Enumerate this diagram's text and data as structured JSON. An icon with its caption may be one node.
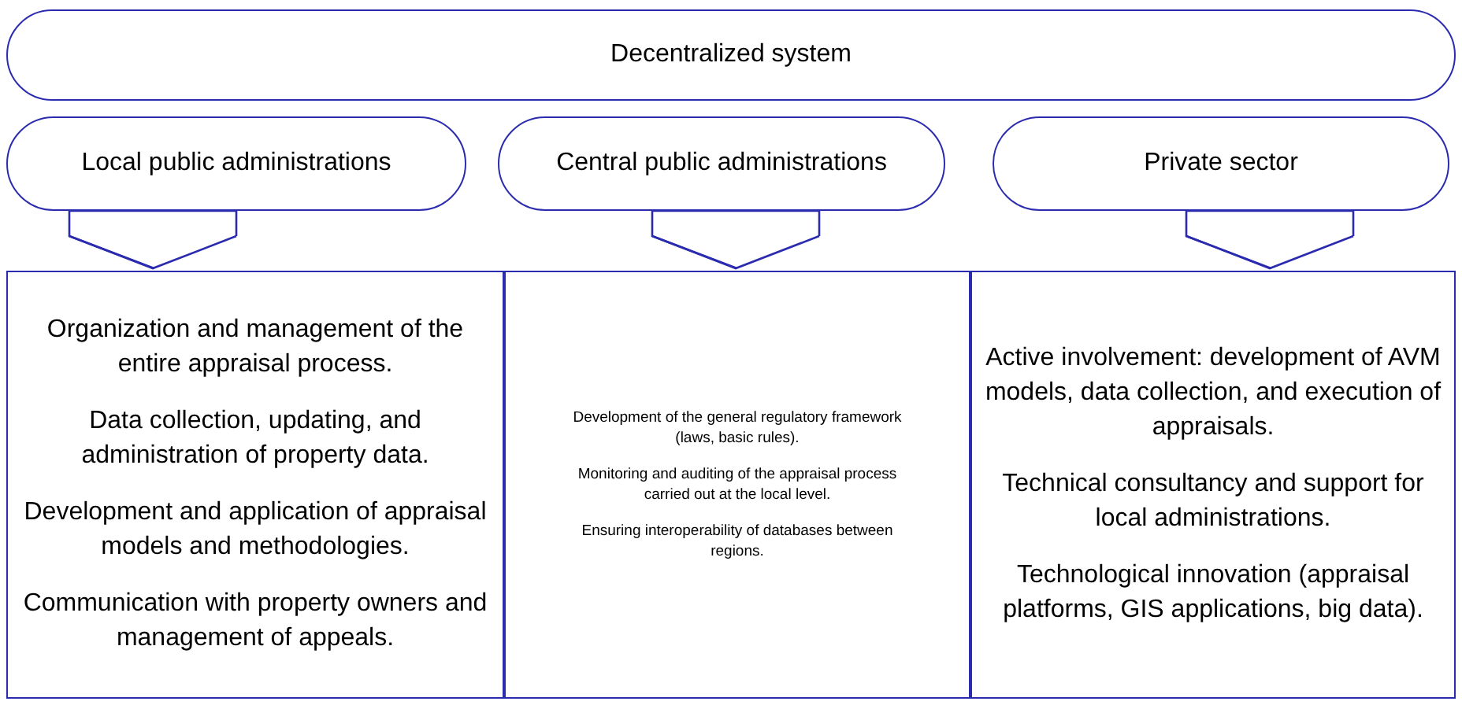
{
  "diagram": {
    "nodes": [
      {
        "text": [
          "Decentralized system"
        ]
      },
      {
        "text": [
          "Local public administrations"
        ]
      },
      {
        "text": [
          "Central public administrations"
        ]
      },
      {
        "text": [
          "Private sector"
        ]
      },
      {
        "text": [
          "Organization and management of the entire appraisal process.",
          "Data collection, updating, and administration of property data.",
          "Development and application of appraisal models and methodologies.",
          "Communication with property owners and management of appeals."
        ]
      },
      {
        "text": [
          "Development of the general regulatory framework (laws, basic rules).",
          "Monitoring and auditing of the appraisal process carried out at the local level.",
          "Ensuring interoperability of databases between regions."
        ]
      },
      {
        "text": [
          "Active involvement: development of AVM models, data collection, and execution of appraisals.",
          "Technical consultancy and support for local administrations.",
          "Technological innovation (appraisal platforms, GIS applications, big data)."
        ]
      }
    ],
    "edges": [
      {
        "from": 1,
        "to": 4,
        "arrow": "to"
      },
      {
        "from": 2,
        "to": 5,
        "arrow": "to"
      },
      {
        "from": 3,
        "to": 6,
        "arrow": "to"
      }
    ]
  }
}
